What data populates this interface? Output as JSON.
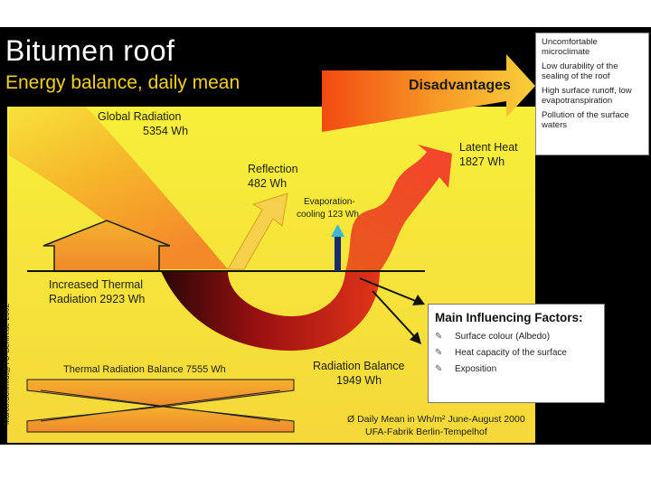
{
  "title": "Bitumen roof",
  "subtitle": "Energy balance, daily mean",
  "disadvantages": {
    "label": "Disadvantages",
    "items": [
      "Uncomfortable microclimate",
      "Low durability of the sealing of the roof",
      "High surface runoff, low evapotranspiration",
      "Pollution of the surface waters"
    ]
  },
  "flows": {
    "global_radiation": {
      "label": "Global Radiation",
      "value": "5354 Wh"
    },
    "reflection": {
      "label": "Reflection",
      "value": "482 Wh"
    },
    "evaporation": {
      "label": "Evaporation-",
      "value": "cooling 123 Wh"
    },
    "latent_heat": {
      "label": "Latent Heat",
      "value": "1827 Wh"
    },
    "thermal": {
      "label": "Increased Thermal",
      "value": "Radiation 2923 Wh"
    },
    "thermal_balance": {
      "label": "Thermal Radiation Balance 7555 Wh"
    },
    "radiation_balance": {
      "label": "Radiation Balance",
      "value": "1949 Wh"
    }
  },
  "factors": {
    "title": "Main Influencing Factors:",
    "items": [
      "Surface colour (Albedo)",
      "Heat capacity of the surface",
      "Exposition"
    ]
  },
  "footer": {
    "line1": "Ø Daily Mean in Wh/m² June-August 2000",
    "line2": "UFA-Fabrik Berlin-Tempelhof"
  },
  "credit": "Marco.Schmidt@TU-Berlin.de 2002"
}
